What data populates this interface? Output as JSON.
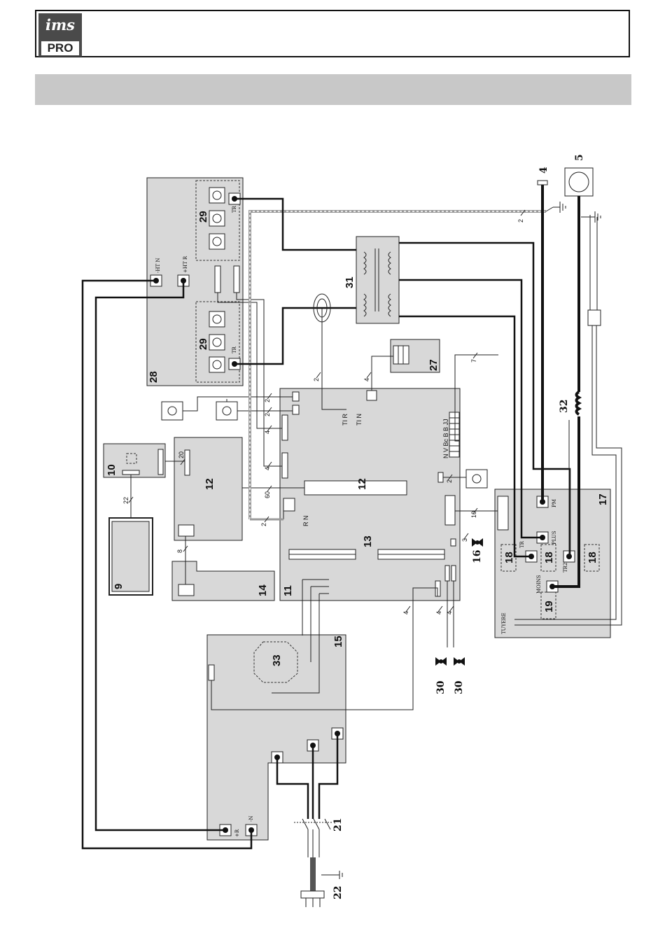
{
  "header": {
    "logo_top": "ims",
    "logo_bottom": "PRO"
  },
  "diagram": {
    "components": {
      "c4": "4",
      "c5": "5",
      "c9": "9",
      "c10": "10",
      "c11": "11",
      "c12a": "12",
      "c12b": "12",
      "c13": "13",
      "c14": "14",
      "c15": "15",
      "c16": "16",
      "c17": "17",
      "c18a": "18",
      "c18b": "18",
      "c18c": "18",
      "c19": "19",
      "c21": "21",
      "c22": "22",
      "c27": "27",
      "c28": "28",
      "c29a": "29",
      "c29b": "29",
      "c30a": "30",
      "c30b": "30",
      "c31": "31",
      "c32": "32",
      "c33": "33"
    },
    "terminals": {
      "htn": "-HT N",
      "htr": "+HT R",
      "tr_a": "TR",
      "tr_b": "TR",
      "plus_r": "+R",
      "minus_n": "-N",
      "tir": "TI R",
      "tin": "TI N",
      "rn": "R N",
      "connector_row": "N V Bc B B JJ",
      "pm": "PM",
      "plus": "PLUS",
      "tr17": "TR",
      "tr2": "TR2",
      "moins": "MOINS",
      "tuyere": "TUYERE"
    },
    "wire_counts": {
      "w2a": "2",
      "w2b": "2",
      "w2c": "2",
      "w2d": "2",
      "w2e": "2",
      "w2f": "2",
      "w3": "3",
      "w4a": "4",
      "w4b": "4",
      "w4c": "4",
      "w4d": "4",
      "w4e": "4",
      "w4f": "4",
      "w7": "7",
      "w8": "8",
      "w10": "10",
      "w20": "20",
      "w22": "22",
      "w60": "60"
    }
  }
}
